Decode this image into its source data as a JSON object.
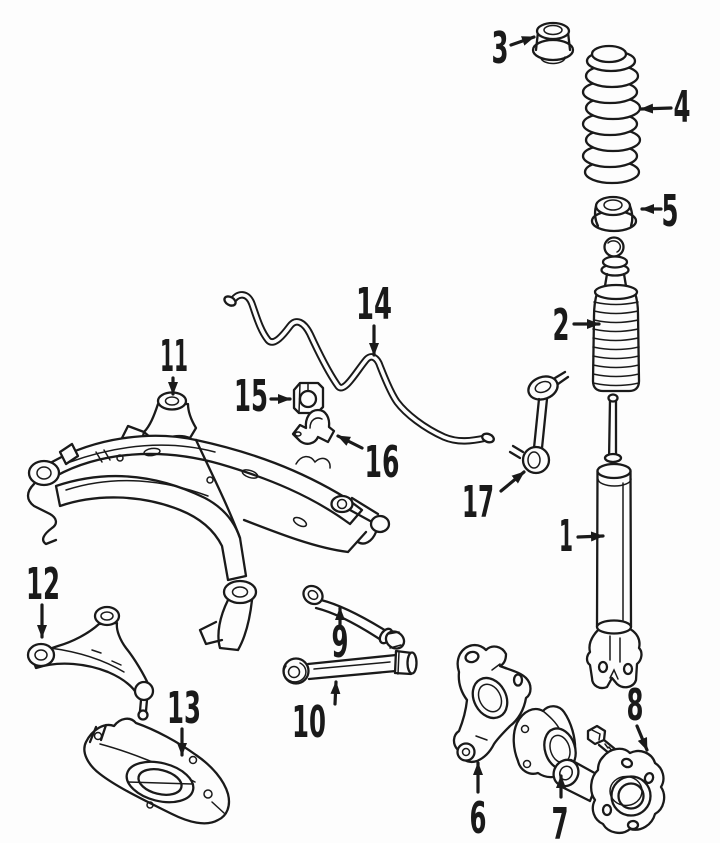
{
  "colors": {
    "ink": "#1a1a1a",
    "paper": "#fdfdfd"
  },
  "callouts": [
    {
      "label": "1"
    },
    {
      "label": "2"
    },
    {
      "label": "3"
    },
    {
      "label": "4"
    },
    {
      "label": "5"
    },
    {
      "label": "6"
    },
    {
      "label": "7"
    },
    {
      "label": "8"
    },
    {
      "label": "9"
    },
    {
      "label": "10"
    },
    {
      "label": "11"
    },
    {
      "label": "12"
    },
    {
      "label": "13"
    },
    {
      "label": "14"
    },
    {
      "label": "15"
    },
    {
      "label": "16"
    },
    {
      "label": "17"
    }
  ]
}
